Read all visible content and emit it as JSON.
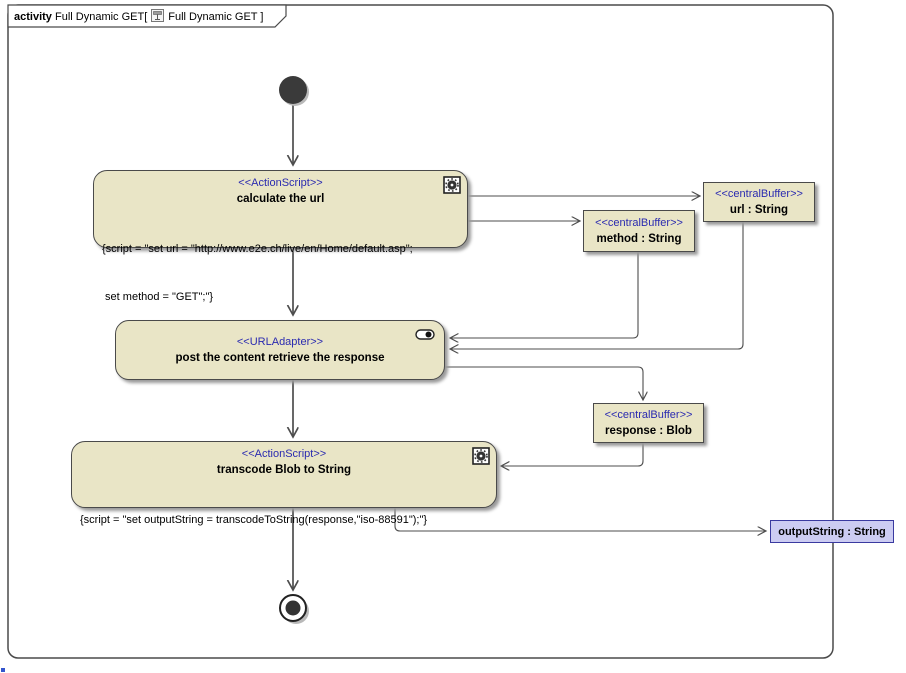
{
  "frame": {
    "header": {
      "keyword": "activity",
      "name_part": " Full Dynamic GET[",
      "diagram_part": "Full Dynamic GET ]"
    }
  },
  "nodes": {
    "calculate": {
      "stereotype": "<<ActionScript>>",
      "title": "calculate the url",
      "script_line1": "{script = \"set url = \"http://www.e2e.ch/live/en/Home/default.asp\";",
      "script_line2": " set method = \"GET\";\"}"
    },
    "url_buffer": {
      "stereotype": "<<centralBuffer>>",
      "label": "url : String"
    },
    "method_buffer": {
      "stereotype": "<<centralBuffer>>",
      "label": "method : String"
    },
    "adapter": {
      "stereotype": "<<URLAdapter>>",
      "title": "post the content retrieve the response"
    },
    "response_buffer": {
      "stereotype": "<<centralBuffer>>",
      "label": "response : Blob"
    },
    "transcode": {
      "stereotype": "<<ActionScript>>",
      "title": "transcode Blob to String",
      "script": "{script = \"set outputString = transcodeToString(response,\"iso-88591\");\"}"
    },
    "output_pin": {
      "label": "outputString : String"
    }
  },
  "colors": {
    "node_fill": "#e9e5c6",
    "node_border": "#4a4a4a",
    "stereotype_color": "#2a2ab0",
    "pin_fill": "#ccccf2",
    "pin_border": "#3a3aa0",
    "line_color": "#4d4d4d"
  }
}
